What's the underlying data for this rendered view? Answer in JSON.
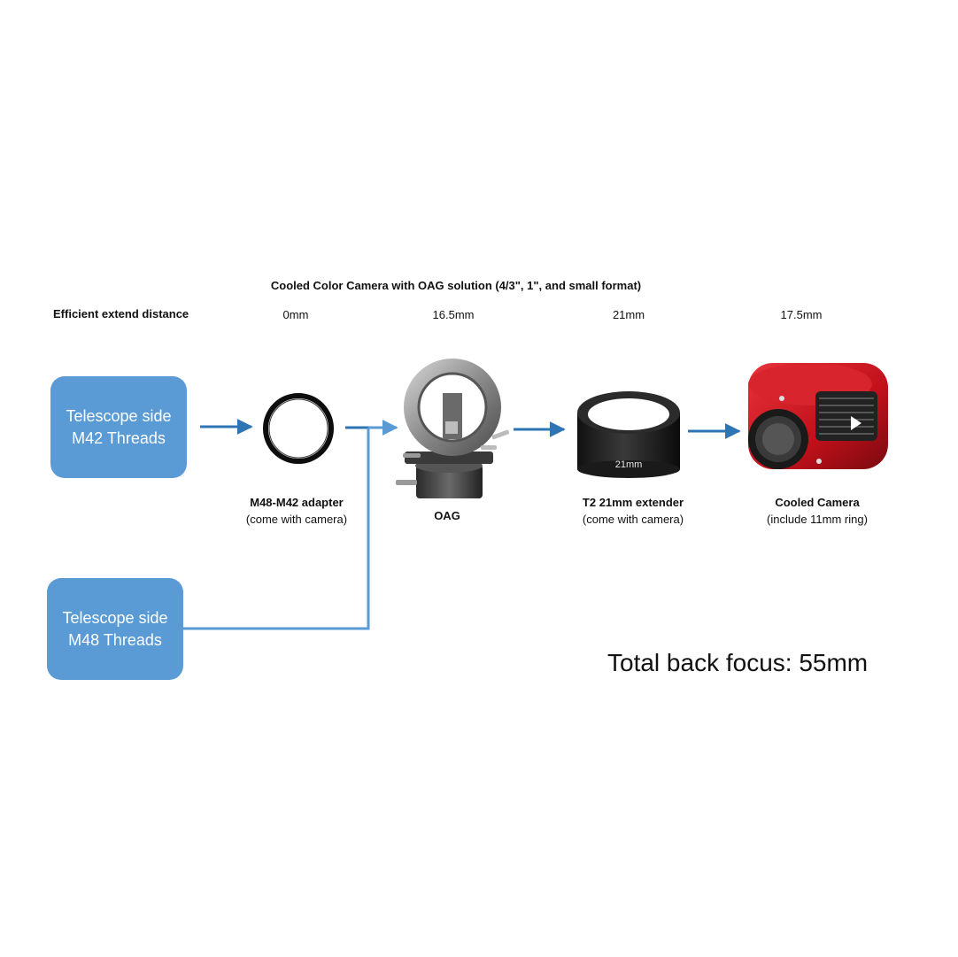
{
  "title": "Cooled Color Camera with OAG solution (4/3\", 1\", and small format)",
  "row_label": "Efficient extend distance",
  "distances": [
    "0mm",
    "16.5mm",
    "21mm",
    "17.5mm"
  ],
  "telescope_m42": {
    "line1": "Telescope side",
    "line2": "M42 Threads"
  },
  "telescope_m48": {
    "line1": "Telescope side",
    "line2": "M48 Threads"
  },
  "components": [
    {
      "name": "M48-M42 adapter",
      "note": "(come with camera)"
    },
    {
      "name": "OAG",
      "note": ""
    },
    {
      "name": "T2 21mm extender",
      "note": "(come with camera)"
    },
    {
      "name": "Cooled Camera",
      "note": "(include 11mm ring)"
    }
  ],
  "extender_engraving": "21mm",
  "total_back_focus": "Total back focus: 55mm",
  "colors": {
    "box": "#5b9bd5",
    "arrow": "#2e75b6",
    "camera_red": "#c0101a"
  }
}
